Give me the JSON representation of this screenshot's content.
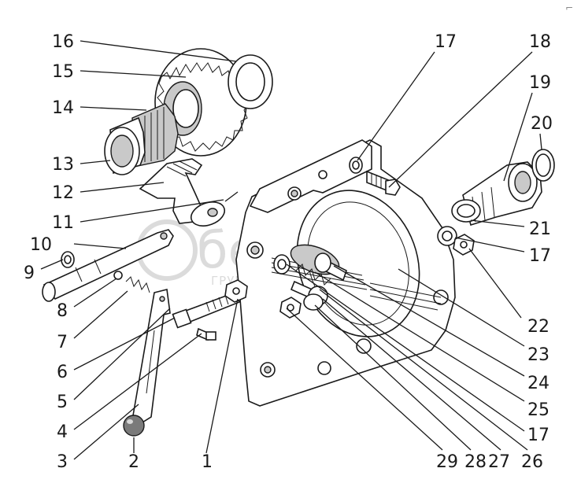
{
  "callouts": [
    {
      "label": "16"
    },
    {
      "label": "15"
    },
    {
      "label": "14"
    },
    {
      "label": "13"
    },
    {
      "label": "12"
    },
    {
      "label": "11"
    },
    {
      "label": "10"
    },
    {
      "label": "9"
    },
    {
      "label": "8"
    },
    {
      "label": "7"
    },
    {
      "label": "6"
    },
    {
      "label": "5"
    },
    {
      "label": "4"
    },
    {
      "label": "3"
    },
    {
      "label": "2"
    },
    {
      "label": "1"
    },
    {
      "label": "17"
    },
    {
      "label": "18"
    },
    {
      "label": "19"
    },
    {
      "label": "20"
    },
    {
      "label": "21"
    },
    {
      "label": "17"
    },
    {
      "label": "22"
    },
    {
      "label": "23"
    },
    {
      "label": "24"
    },
    {
      "label": "25"
    },
    {
      "label": "17"
    },
    {
      "label": "26"
    },
    {
      "label": "27"
    },
    {
      "label": "28"
    },
    {
      "label": "29"
    }
  ],
  "watermark": {
    "main": "белагро",
    "sub": "ГРУППА КОМПАНИЙ"
  },
  "corner_mark": "⌐"
}
